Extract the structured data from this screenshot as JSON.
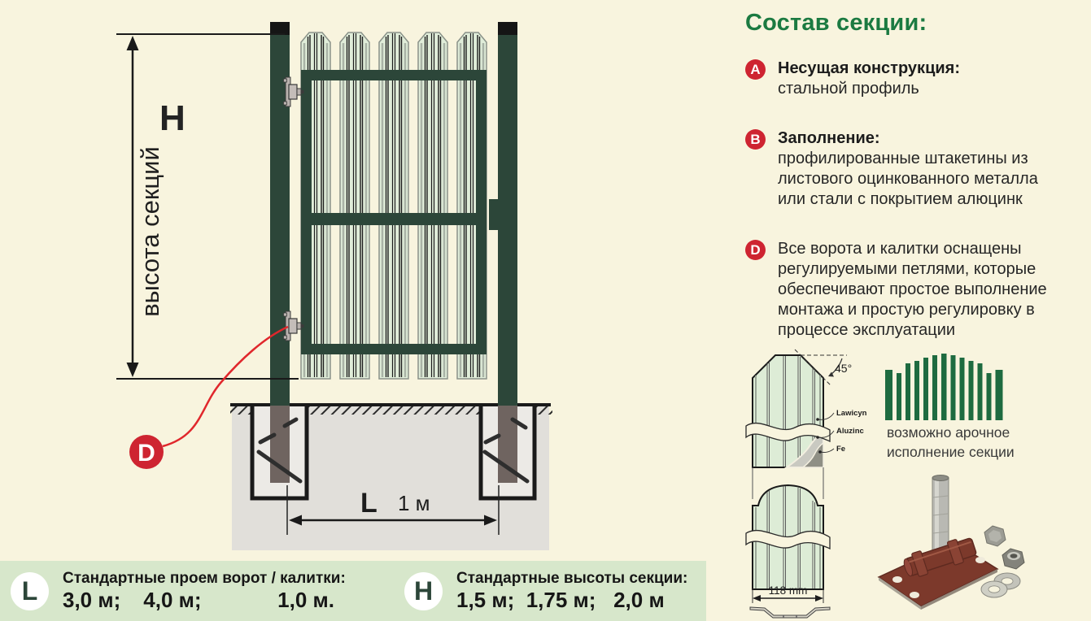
{
  "colors": {
    "background": "#f8f4de",
    "frame_green": "#2c4639",
    "picket_green": "#e0edd9",
    "title_green": "#1b7a41",
    "badge_red": "#ce2431",
    "footer_bar_green": "#d7e7cb",
    "arch_fence_green": "#1e6b40",
    "ground_gray": "#e1dfda"
  },
  "diagram": {
    "height_arrow_label": "H",
    "height_caption": "высота секций",
    "width_label": "L",
    "width_value": "1 м",
    "hinge_callout": "D"
  },
  "legend": {
    "title": "Состав секции:",
    "items": [
      {
        "badge": "A",
        "heading": "Несущая конструкция:",
        "body": "стальной профиль"
      },
      {
        "badge": "B",
        "heading": "Заполнение:",
        "body": "профилированные штакетины из листового оцинкованного металла или стали с покрытием алюцинк"
      },
      {
        "badge": "D",
        "heading": "",
        "body": "Все ворота и калитки оснащены регулируемыми петлями, которые обеспечивают простое выполнение монтажа и простую регулировку в процессе эксплуатации"
      }
    ]
  },
  "profile_detail": {
    "angle_label": "45°",
    "coating_labels": [
      "Lawicyn",
      "Aluzinc",
      "Fe"
    ],
    "width_dimension": "118 mm",
    "arched_note": "возможно арочное исполнение секции"
  },
  "footer": {
    "left": {
      "badge": "L",
      "title": "Стандартные проем ворот / калитки:",
      "values": [
        "3,0 м;",
        "4,0 м;",
        "1,0 м."
      ]
    },
    "right": {
      "badge": "H",
      "title": "Стандартные  высоты секции:",
      "values": "1,5 м;  1,75 м;   2,0 м"
    }
  }
}
